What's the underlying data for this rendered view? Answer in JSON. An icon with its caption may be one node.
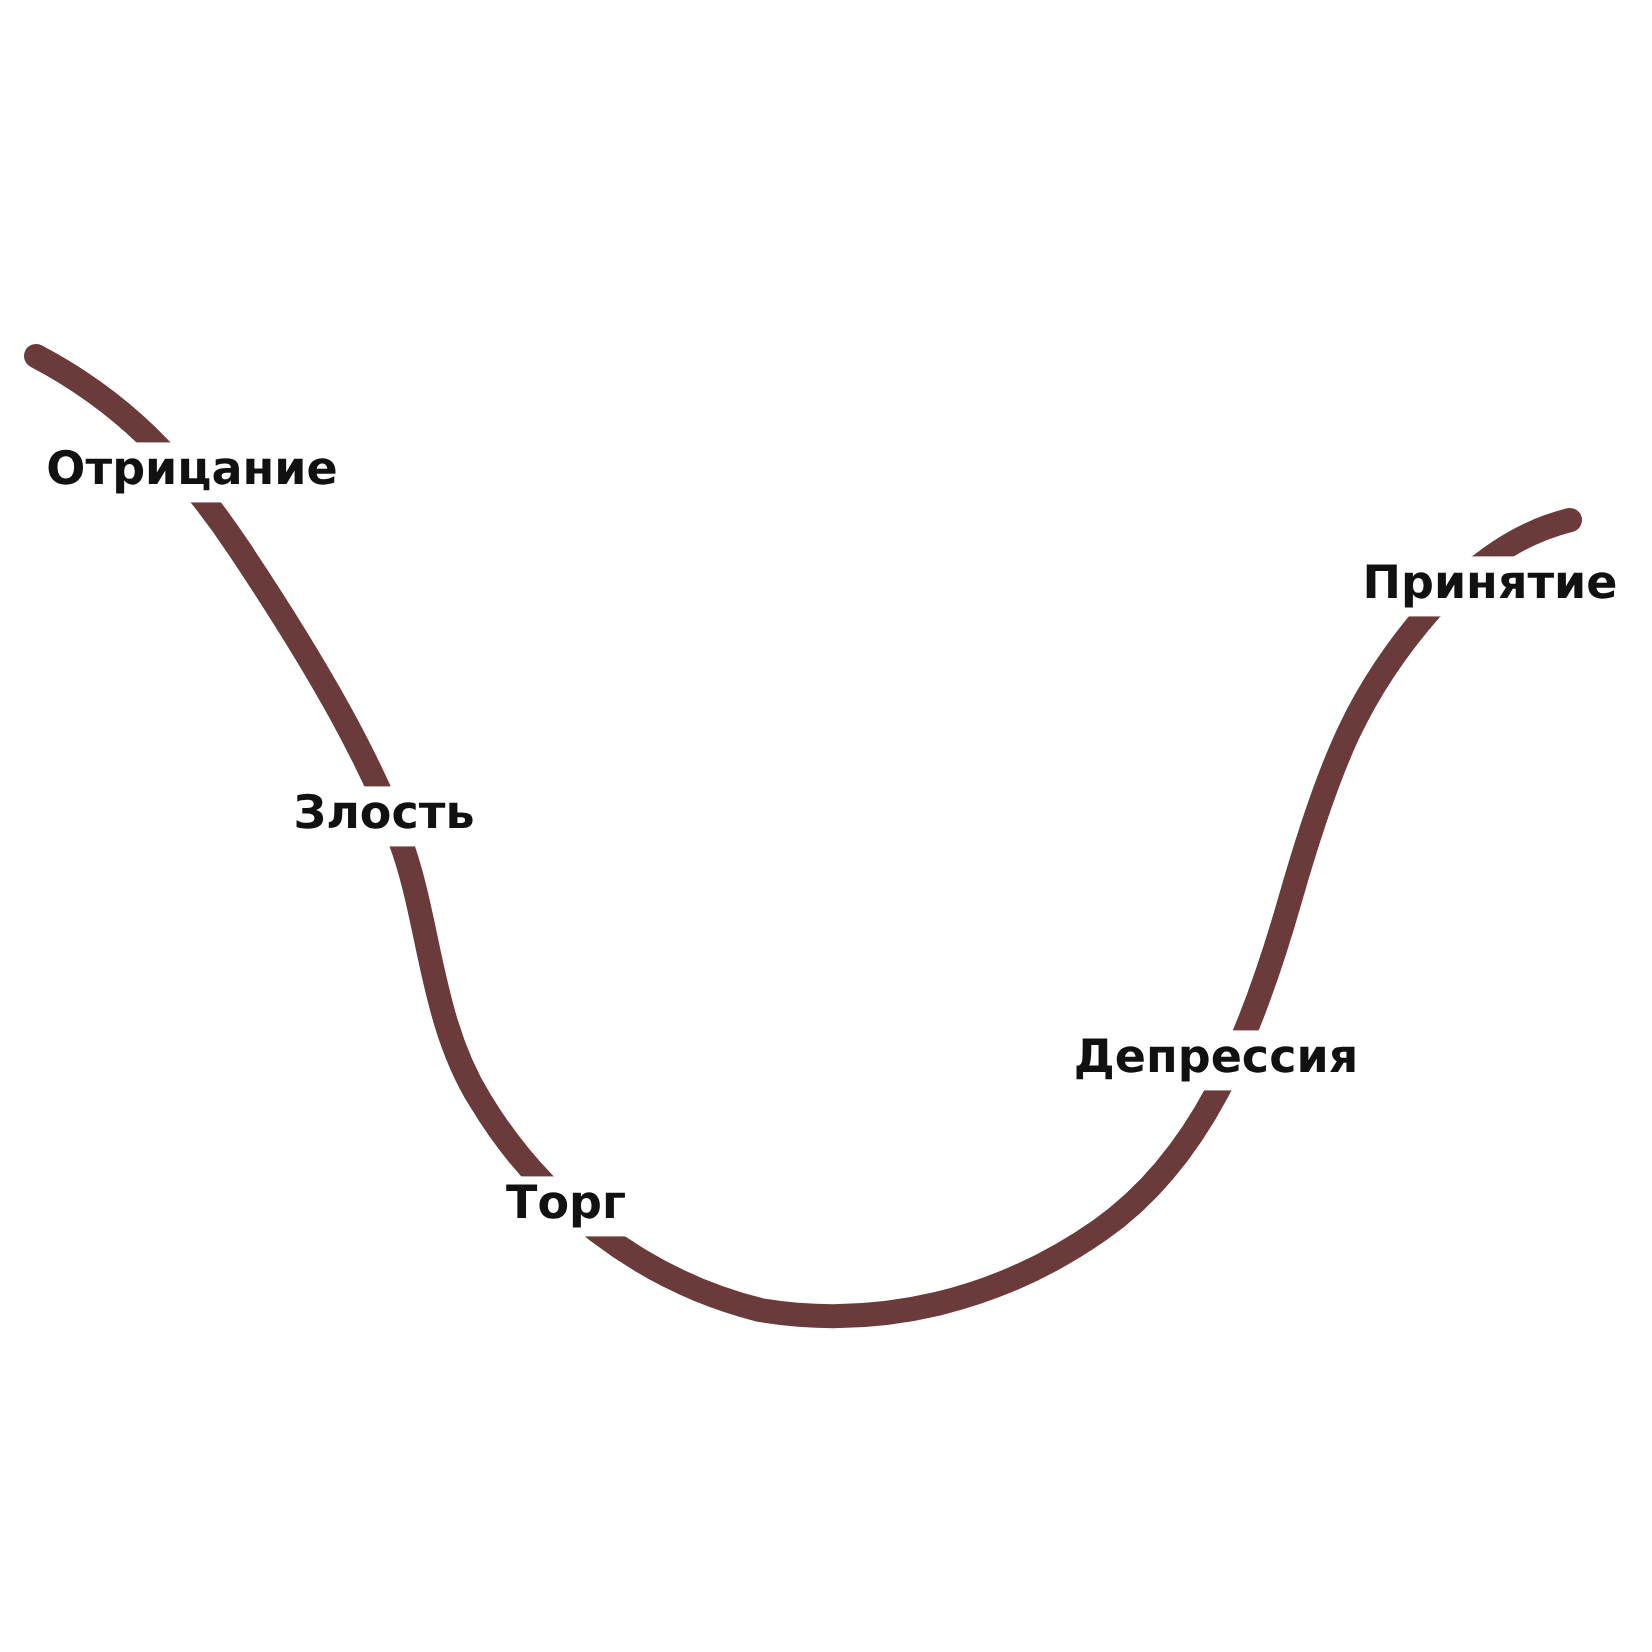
{
  "diagram": {
    "labels": [
      "Отрицание",
      "Злость",
      "Торг",
      "Депрессия",
      "Принятие"
    ]
  }
}
